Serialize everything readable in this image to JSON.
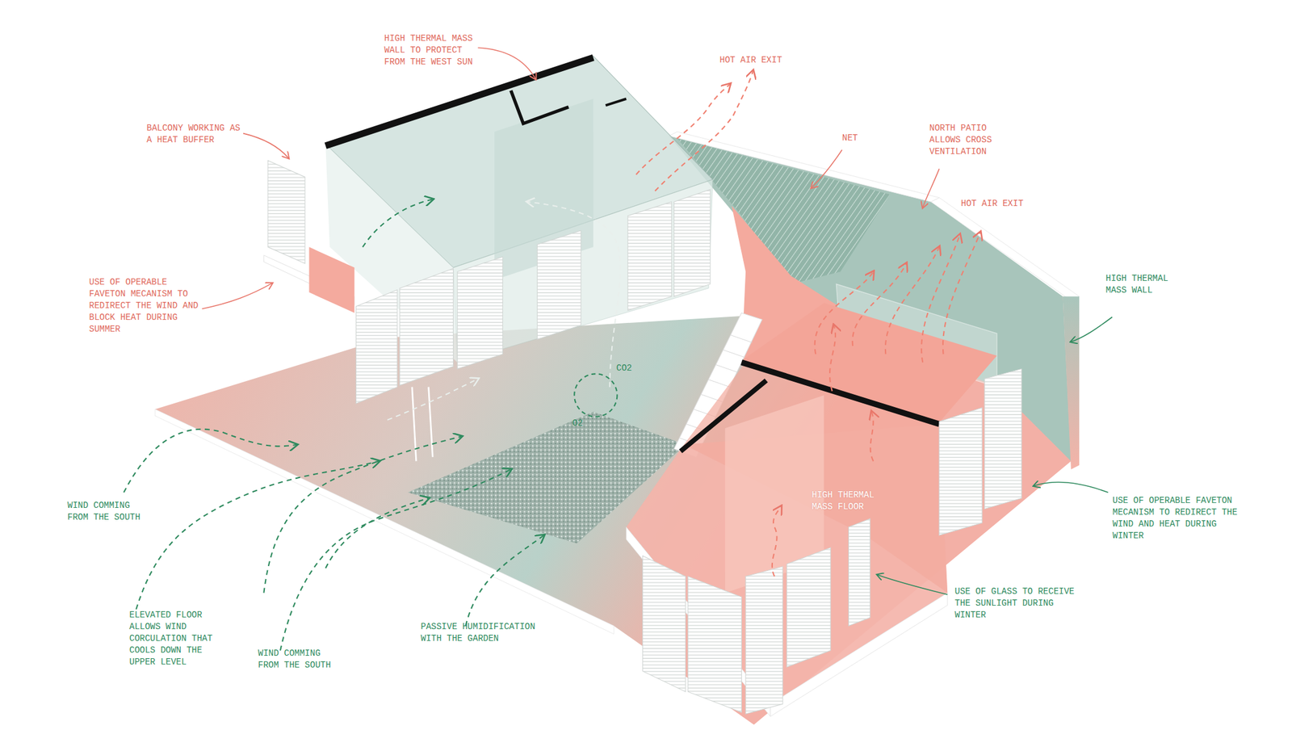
{
  "diagram": {
    "labels": [
      "HIGH THERMAL MASS WALL TO PROTECT FROM THE WEST SUN",
      "HOT AIR EXIT",
      "BALCONY WORKING AS A HEAT BUFFER",
      "NET",
      "NORTH PATIO ALLOWS CROSS VENTILATION",
      "HOT AIR EXIT",
      "HIGH THERMAL MASS WALL",
      "USE OF OPERABLE FAVETON MECANISM TO REDIRECT THE WIND AND BLOCK HEAT DURING SUMMER",
      "CO2",
      "O2",
      "WIND COMMING FROM THE SOUTH",
      "HIGH THERMAL MASS FLOOR",
      "USE OF OPERABLE FAVETON MECANISM TO REDIRECT THE WIND AND HEAT DURING WINTER",
      "USE OF GLASS TO RECEIVE THE SUNLIGHT DURING WINTER",
      "ELEVATED FLOOR ALLOWS WIND CORCULATION THAT COOLS DOWN THE UPPER LEVEL",
      "WIND COMMING FROM THE SOUTH",
      "PASSIVE HUMIDIFICATION WITH THE GARDEN"
    ]
  }
}
